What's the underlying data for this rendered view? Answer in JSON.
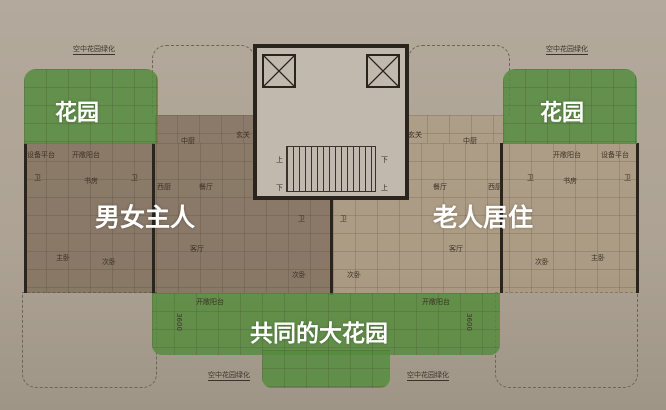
{
  "colors": {
    "garden": "#568c3e",
    "owner_unit": "#6e5844",
    "elder_unit": "#aa9473",
    "wall": "#2a241f"
  },
  "annotations": {
    "sky_garden_top_left": "空中花园绿化",
    "sky_garden_top_right": "空中花园绿化",
    "sky_garden_bottom_left": "空中花园绿化",
    "sky_garden_bottom_right": "空中花园绿化",
    "dim_left": "3600",
    "dim_right": "3600"
  },
  "overlay_labels": {
    "garden_left": "花园",
    "garden_right": "花园",
    "owners": "男女主人",
    "elders": "老人居住",
    "shared_garden": "共同的大花园"
  },
  "rooms_left": {
    "equipment": "设备平台",
    "balcony": "开敞阳台",
    "study": "书房",
    "bath1": "卫",
    "bath2": "卫",
    "bath3": "卫",
    "kitchen": "中厨",
    "western_kitchen": "西厨",
    "dining": "餐厅",
    "foyer": "玄关",
    "master": "主卧",
    "second": "次卧",
    "living": "客厅",
    "third": "次卧",
    "south_balcony": "开敞阳台"
  },
  "rooms_right": {
    "equipment": "设备平台",
    "balcony": "开敞阳台",
    "study": "书房",
    "bath1": "卫",
    "bath2": "卫",
    "bath3": "卫",
    "kitchen": "中厨",
    "western_kitchen": "西厨",
    "dining": "餐厅",
    "foyer": "玄关",
    "master": "主卧",
    "second": "次卧",
    "living": "客厅",
    "third": "次卧",
    "south_balcony": "开敞阳台"
  },
  "core": {
    "up_left": "上",
    "down_left": "下",
    "up_right": "上",
    "down_right": "下"
  }
}
